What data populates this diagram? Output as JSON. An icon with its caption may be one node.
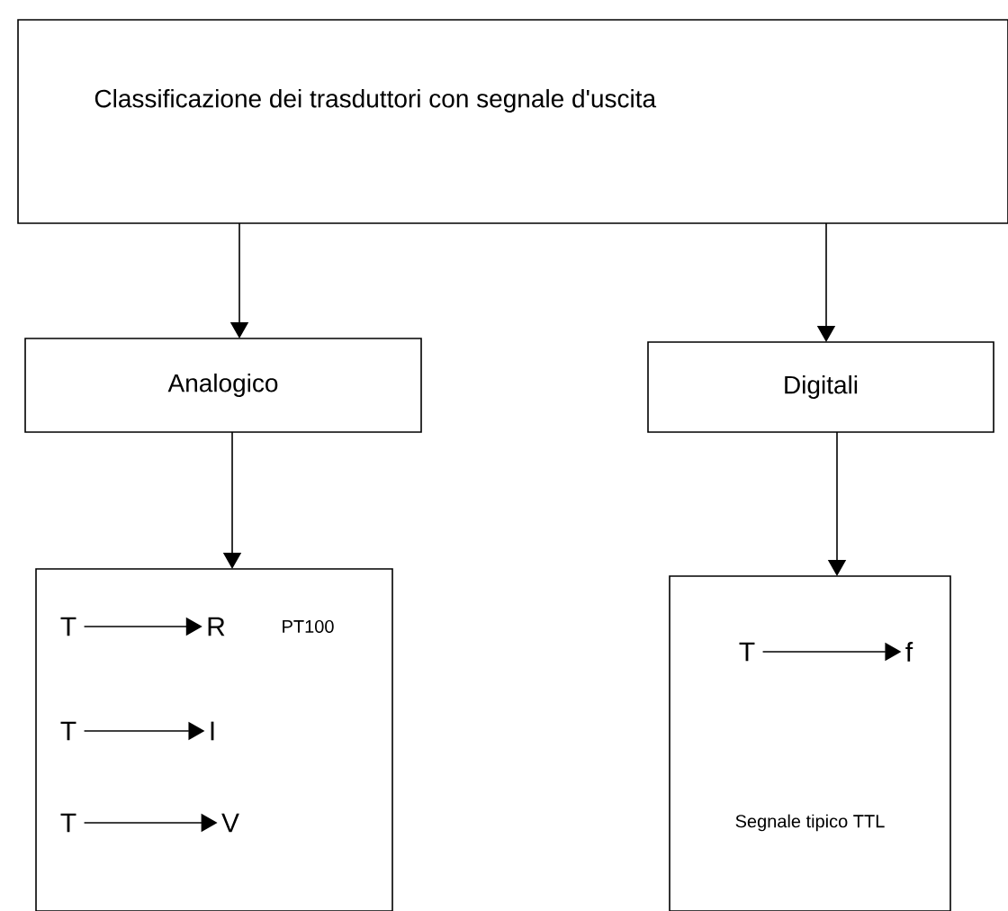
{
  "diagram": {
    "nodes": [
      {
        "text": [
          "Classificazione dei trasduttori con segnale d'uscita"
        ]
      },
      {
        "text": [
          "Analogico"
        ]
      },
      {
        "text": [
          "Digitali"
        ]
      },
      {
        "text": [
          "PT100"
        ]
      },
      {
        "text": [
          "T"
        ],
        "in": 3
      },
      {
        "text": [
          "R"
        ],
        "in": 3
      },
      {
        "text": [
          "T"
        ],
        "in": 3
      },
      {
        "text": [
          "I"
        ],
        "in": 3
      },
      {
        "text": [
          "T"
        ],
        "in": 3
      },
      {
        "text": [
          "V"
        ],
        "in": 3
      },
      {
        "text": [
          "Segnale tipico TTL"
        ]
      },
      {
        "text": [
          "T"
        ],
        "in": 10
      },
      {
        "text": [
          "f"
        ],
        "in": 10
      }
    ],
    "edges": [
      {
        "from": 0,
        "to": 1,
        "arrow": "to"
      },
      {
        "from": 0,
        "to": 2,
        "arrow": "to"
      },
      {
        "from": 1,
        "to": 3,
        "arrow": "to"
      },
      {
        "from": 2,
        "to": 10,
        "arrow": "to"
      },
      {
        "from": 4,
        "to": 5,
        "arrow": "to"
      },
      {
        "from": 6,
        "to": 7,
        "arrow": "to"
      },
      {
        "from": 8,
        "to": 9,
        "arrow": "to"
      },
      {
        "from": 11,
        "to": 12,
        "arrow": "to"
      }
    ]
  }
}
